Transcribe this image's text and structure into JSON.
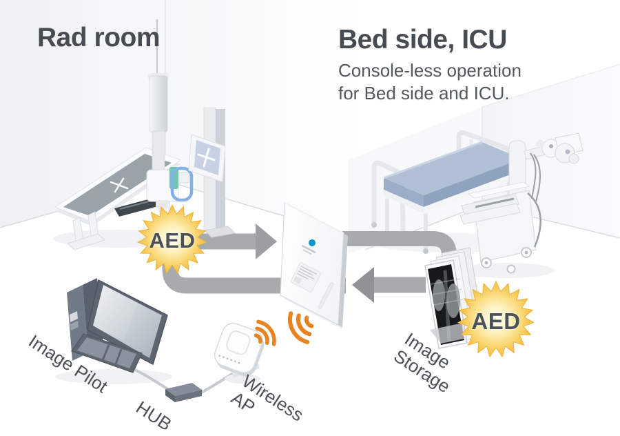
{
  "rad_room": {
    "title": "Rad room"
  },
  "bed_side": {
    "title": "Bed side, ICU",
    "subtitle_line1": "Console-less operation",
    "subtitle_line2": "for Bed side and ICU."
  },
  "badges": {
    "aed_rad_room": "AED",
    "aed_image_storage": "AED"
  },
  "equipment_labels": {
    "image_pilot": "Image Pilot",
    "hub": "HUB",
    "wireless_ap_line1": "Wireless",
    "wireless_ap_line2": "AP",
    "image_storage_line1": "Image",
    "image_storage_line2": "Storage"
  },
  "icons": {
    "wifi_waves": "wifi-waves-icon",
    "aed_starburst": "starburst-badge",
    "panel_logo": "manufacturer-logo-dot"
  },
  "colors": {
    "arrow_gray": "#a8abae",
    "arrowhead_gray": "#8f9396",
    "star_gold": "#f7ca52",
    "wifi_orange": "#e8831f",
    "mattress_blue": "#b2c0d5",
    "title_text": "#464c52",
    "label_text": "#4b5157",
    "logo_blue": "#1095c9",
    "xray_dark": "#17191c"
  }
}
